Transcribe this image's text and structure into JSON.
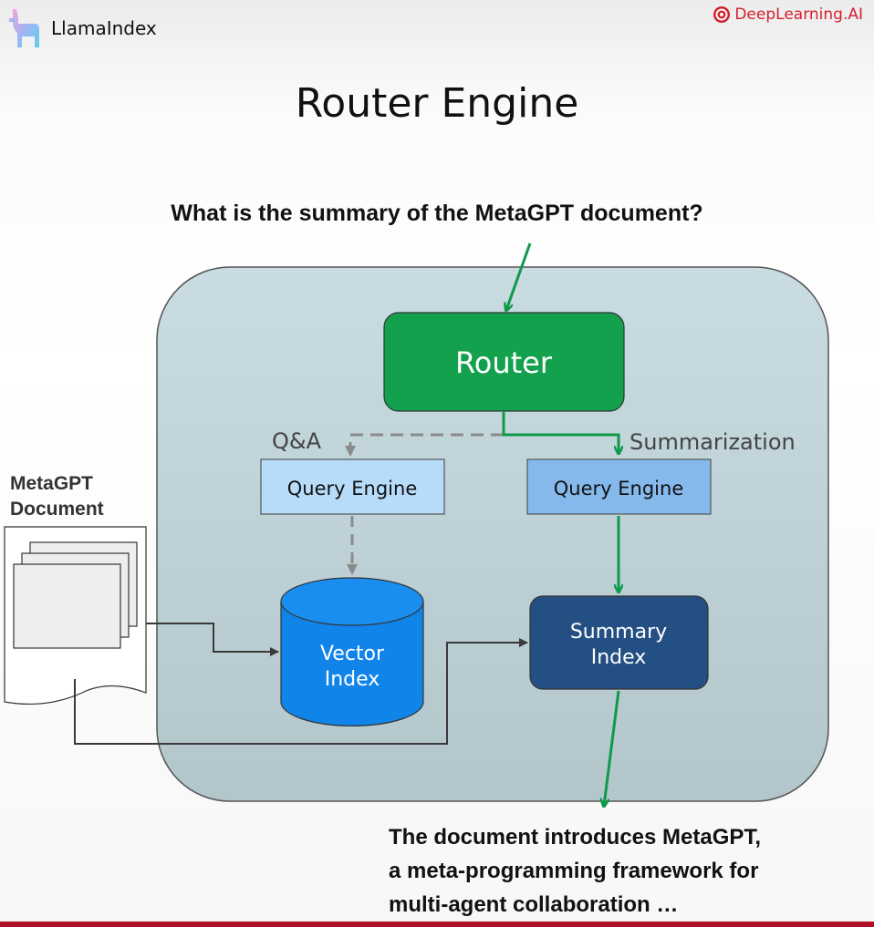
{
  "header": {
    "left_brand": "LlamaIndex",
    "right_brand": "DeepLearning.AI"
  },
  "title": "Router Engine",
  "question": "What is the summary of the MetaGPT document?",
  "diagram": {
    "router_label": "Router",
    "route_qa_label": "Q&A",
    "route_summarization_label": "Summarization",
    "query_engine_left_label": "Query Engine",
    "query_engine_right_label": "Query Engine",
    "vector_index_label": [
      "Vector",
      "Index"
    ],
    "summary_index_label": [
      "Summary",
      "Index"
    ],
    "document_label": [
      "MetaGPT",
      "Document"
    ]
  },
  "answer": {
    "lines": [
      "The document introduces MetaGPT,",
      "a meta-programming framework for",
      "multi-agent collaboration …"
    ]
  },
  "colors": {
    "router": "#13a14e",
    "active_arrow": "#0f9a4a",
    "inactive_arrow": "#8a8a8a",
    "query_engine_left": "#b7dcfa",
    "query_engine_right": "#85b9ec",
    "vector_index": "#1184ea",
    "summary_index": "#234f82",
    "container": "#c5d8de",
    "brand_red": "#d3202f"
  },
  "icons": {
    "left_brand_icon": "llama-icon",
    "right_brand_icon": "deeplearning-logo-icon"
  }
}
